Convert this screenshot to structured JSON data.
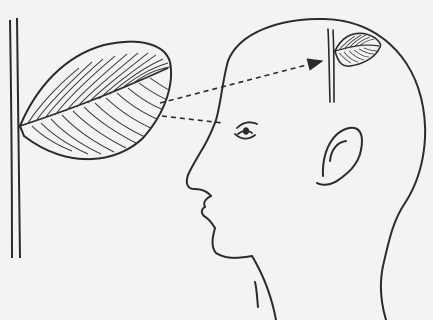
{
  "colors": {
    "paper": "#f3f3f1",
    "ink": "#2b2b2b",
    "ink_soft": "#555555"
  },
  "figure": {
    "elements": [
      "leaf-on-stem",
      "human-head-profile",
      "eye",
      "dashed-arrow-upper",
      "dashed-line-lower",
      "mental-image-leaf",
      "ear"
    ]
  }
}
